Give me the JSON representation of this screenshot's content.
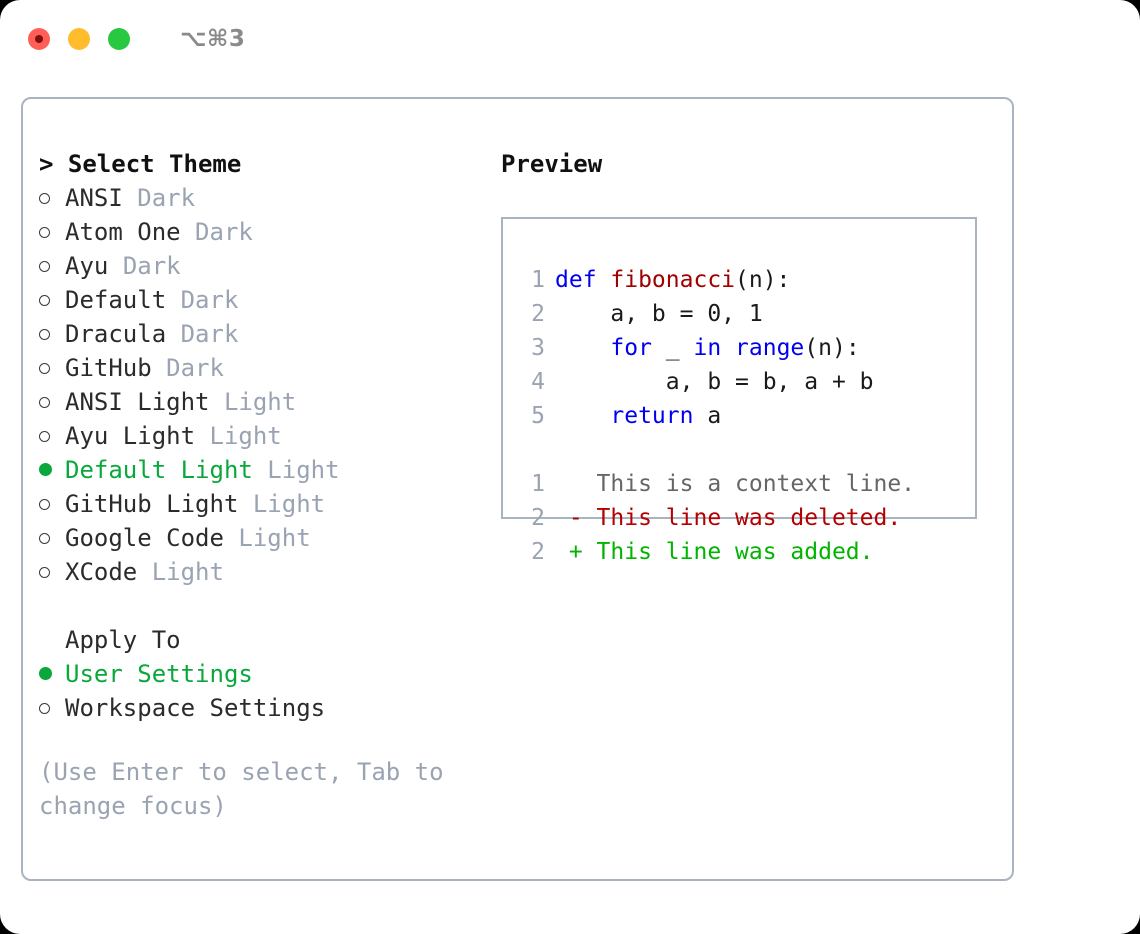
{
  "titlebar": {
    "lights": [
      {
        "name": "close",
        "color": "#ff5f57"
      },
      {
        "name": "minimize",
        "color": "#ffbd2e"
      },
      {
        "name": "zoom",
        "color": "#28c840"
      }
    ],
    "shortcut": "⌥⌘3"
  },
  "theme_picker": {
    "heading": "> Select Theme",
    "items": [
      {
        "marker": "hollow",
        "name": "ANSI",
        "category": "Dark",
        "selected": false
      },
      {
        "marker": "hollow",
        "name": "Atom One",
        "category": "Dark",
        "selected": false
      },
      {
        "marker": "hollow",
        "name": "Ayu",
        "category": "Dark",
        "selected": false
      },
      {
        "marker": "hollow",
        "name": "Default",
        "category": "Dark",
        "selected": false
      },
      {
        "marker": "hollow",
        "name": "Dracula",
        "category": "Dark",
        "selected": false
      },
      {
        "marker": "hollow",
        "name": "GitHub",
        "category": "Dark",
        "selected": false
      },
      {
        "marker": "hollow",
        "name": "ANSI Light",
        "category": "Light",
        "selected": false
      },
      {
        "marker": "hollow",
        "name": "Ayu Light",
        "category": "Light",
        "selected": false
      },
      {
        "marker": "filled",
        "name": "Default Light",
        "category": "Light",
        "selected": true
      },
      {
        "marker": "hollow",
        "name": "GitHub Light",
        "category": "Light",
        "selected": false
      },
      {
        "marker": "hollow",
        "name": "Google Code",
        "category": "Light",
        "selected": false
      },
      {
        "marker": "hollow",
        "name": "XCode",
        "category": "Light",
        "selected": false
      }
    ]
  },
  "apply_to": {
    "title": "Apply To",
    "options": [
      {
        "marker": "filled",
        "label": "User Settings",
        "selected": true
      },
      {
        "marker": "hollow",
        "label": "Workspace Settings",
        "selected": false
      }
    ]
  },
  "hint": "(Use Enter to select, Tab to change focus)",
  "preview": {
    "label": "Preview",
    "code_lines": [
      {
        "no": "1",
        "tokens": [
          {
            "t": "def ",
            "c": "kw"
          },
          {
            "t": "fibonacci",
            "c": "fn"
          },
          {
            "t": "(n):",
            "c": "plain"
          }
        ]
      },
      {
        "no": "2",
        "tokens": [
          {
            "t": "    a, b = 0, 1",
            "c": "plain"
          }
        ]
      },
      {
        "no": "3",
        "tokens": [
          {
            "t": "    ",
            "c": "plain"
          },
          {
            "t": "for",
            "c": "kw"
          },
          {
            "t": " _ ",
            "c": "plain"
          },
          {
            "t": "in",
            "c": "kw"
          },
          {
            "t": " ",
            "c": "plain"
          },
          {
            "t": "range",
            "c": "kw"
          },
          {
            "t": "(n):",
            "c": "plain"
          }
        ]
      },
      {
        "no": "4",
        "tokens": [
          {
            "t": "        a, b = b, a + b",
            "c": "plain"
          }
        ]
      },
      {
        "no": "5",
        "tokens": [
          {
            "t": "    ",
            "c": "plain"
          },
          {
            "t": "return",
            "c": "kw"
          },
          {
            "t": " a",
            "c": "plain"
          }
        ]
      }
    ],
    "diff_lines": [
      {
        "no": "1",
        "tokens": [
          {
            "t": "   This is a context line.",
            "c": "ctx"
          }
        ]
      },
      {
        "no": "2",
        "tokens": [
          {
            "t": " - This line was deleted.",
            "c": "del"
          }
        ]
      },
      {
        "no": "2",
        "tokens": [
          {
            "t": " + This line was added.",
            "c": "add"
          }
        ]
      }
    ]
  },
  "colors": {
    "accent_green": "#0aa83c",
    "muted_gray": "#9aa3b2",
    "border": "#aab3c0",
    "keyword_blue": "#0000ee",
    "function_red": "#a00000",
    "diff_deleted": "#b40000",
    "diff_added": "#00b400"
  }
}
